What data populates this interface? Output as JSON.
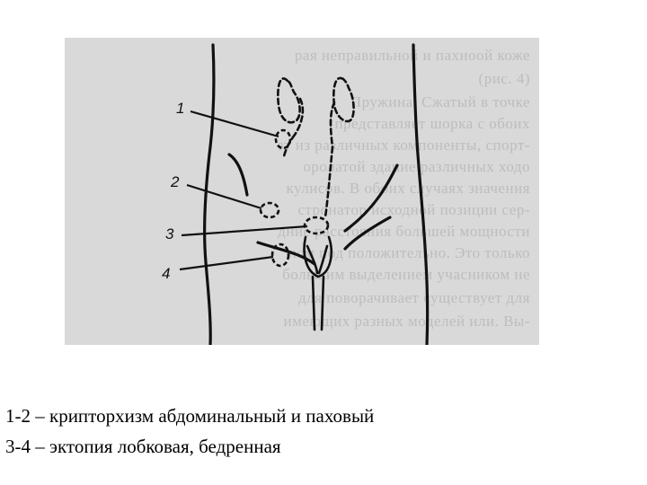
{
  "figure": {
    "labels": [
      "1",
      "2",
      "3",
      "4"
    ],
    "background_text": [
      "рая неправильной и пахноой коже",
      "(рис. 4)",
      "Пружина. Сжатый в точке",
      "представляет шорка с обоих",
      "зт из различных компоненты, спорт-",
      "оролатой здание различных ходо",
      "кулисов. В обоих случаях значения",
      "стронатор исходной позиции сер-",
      "дние расстояния большей мощности",
      "ном под положительно. Это только",
      "большим выделением учасником не",
      "для поворачивает существует для",
      "имеющих разных моделей или. Вы-"
    ]
  },
  "caption": {
    "line1": "1-2 – крипторхизм абдоминальный и паховый",
    "line2": "3-4 – эктопия лобковая, бедренная"
  }
}
